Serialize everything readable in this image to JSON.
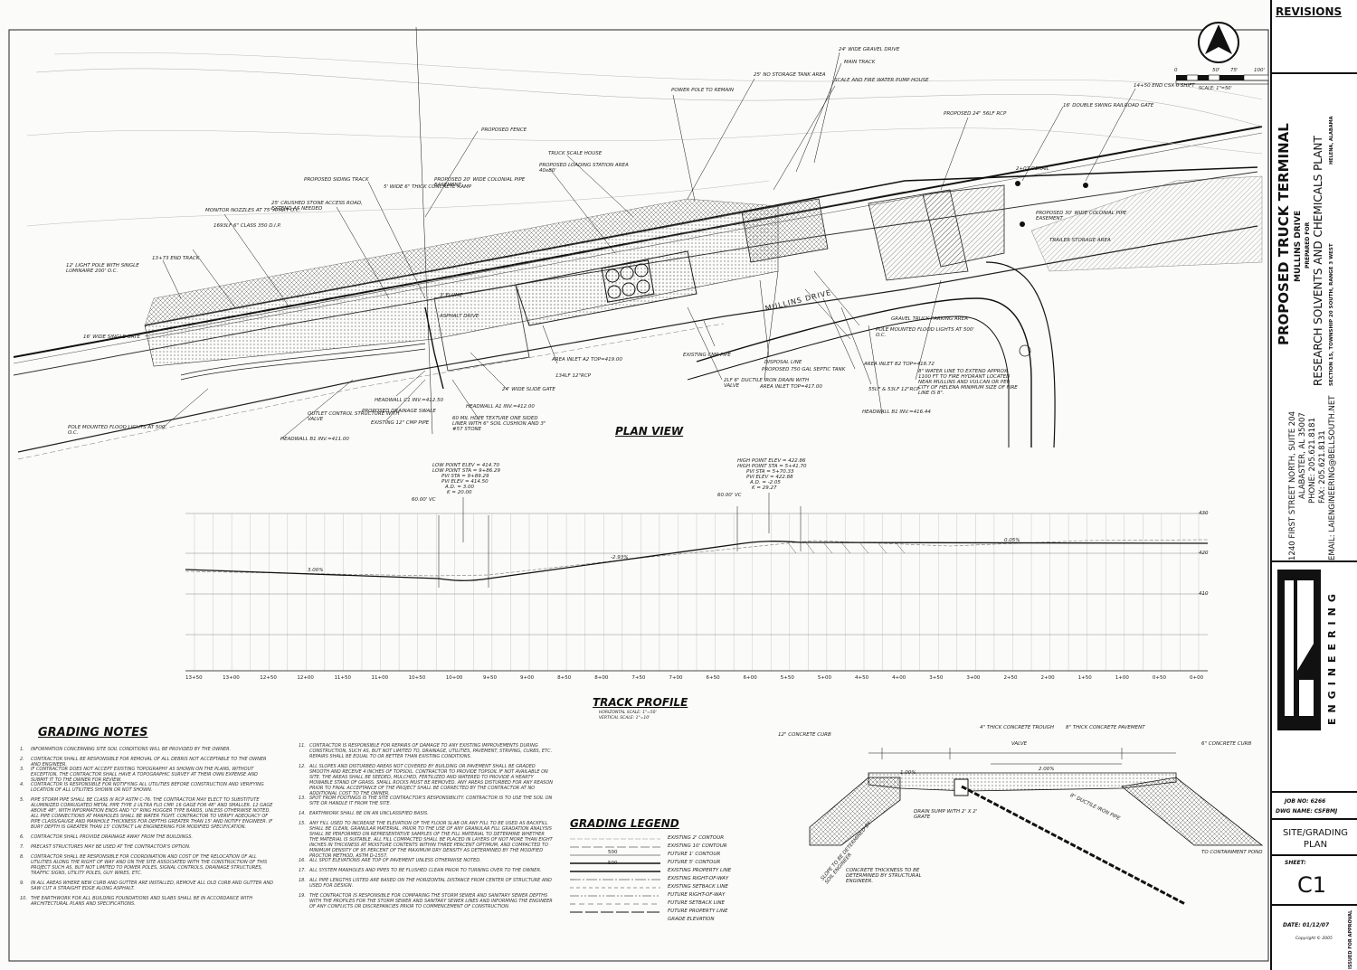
{
  "title_block": {
    "revisions": "REVISIONS",
    "project_title": "PROPOSED TRUCK TERMINAL",
    "road": "MULLINS DRIVE",
    "prepared_for": "PREPARED FOR",
    "client": "RESEARCH SOLVENTS AND CHEMICALS PLANT",
    "city": "HELENA, ALABAMA",
    "section": "SECTION 15, TOWNSHIP 20 SOUTH, RANGE 3 WEST",
    "address1": "1240 FIRST STREET NORTH, SUITE 204",
    "address2": "ALABASTER, AL 35007",
    "phone": "PHONE: 205.621.8181",
    "fax": "FAX: 205.621.8131",
    "email": "EMAIL: LAIENGINEERING@BELLSOUTH.NET",
    "firm": "ENGINEERING",
    "job_no": "JOB NO: 6266",
    "dwg_name": "DWG NAME: CSFBMJ",
    "sheet_title": "SITE/GRADING PLAN",
    "sheet_label": "SHEET:",
    "sheet_no": "C1",
    "date": "DATE:  01/12/07",
    "copyright": "Copyright © 2005",
    "stamp": "ISSUED FOR APPROVAL"
  },
  "plan": {
    "title": "PLAN VIEW",
    "scale_label": "SCALE: 1\"=50'",
    "scale_ticks": [
      "0",
      "50'",
      "75'",
      "100'"
    ],
    "road_label": "MULLINS DRIVE",
    "labels": [
      "24' WIDE GRAVEL DRIVE",
      "MAIN TRACK",
      "SCALE AND FIRE WATER PUMP HOUSE",
      "25' NO STORAGE TANK AREA",
      "POWER POLE TO REMAIN",
      "PROPOSED FENCE",
      "TRUCK SCALE HOUSE",
      "PROPOSED LOADING STATION AREA 40x80'",
      "PROPOSED 20' WIDE COLONIAL PIPE EASEMENT",
      "PROPOSED SIDING TRACK",
      "5' WIDE 6\" THICK CONCRETE RAMP",
      "25' CRUSHED STONE ACCESS ROAD, EXTEND AS NEEDED",
      "MONITOR NOZZLES AT 75' APART O.C.",
      "1693LF 6\" CLASS 350 D.I.P.",
      "13+73 END TRACK",
      "12' LIGHT POLE WITH SINGLE LUMINAIRE 200' O.C.",
      "16' WIDE SINGLE GATE",
      "POLE MOUNTED FLOOD LIGHTS AT 500' O.C.",
      "OUTLET CONTROL STRUCTURE WITH VALVE",
      "HEADWALL B1 INV.=411.00",
      "HEADWALL C1 INV.=412.50",
      "PROPOSED DRAINAGE SWALE",
      "EXISTING 12\" CMP PIPE",
      "HEADWALL A1 INV.=412.00",
      "24' WIDE SLIDE GATE",
      "60 MIL HDPE TEXTURE ONE SIDED LINER WITH 6\" SOIL CUSHION AND 3\" #57 STONE",
      "AREA INLET A2 TOP=419.00",
      "134LF 12\"RCP",
      "EXISTING CMP PIPE",
      "2LF 6\" DUCTILE IRON DRAIN WITH VALVE",
      "DISPOSAL LINE",
      "PROPOSED 750 GAL SEPTIC TANK",
      "AREA INLET TOP=417.00",
      "GRAVEL TRUCK PARKING AREA",
      "POLE MOUNTED FLOOD LIGHTS AT 500' O.C.",
      "AREA INLET B2 TOP=418.72",
      "55LF & 53LF 12\"RCP",
      "HEADWALL B1 INV.=416.44",
      "8\" WATER LINE TO EXTEND APPROX. 1100 FT TO FIRE HYDRANT LOCATED NEAR MULLINS AND VULCAN OR PER CITY OF HELENA MINIMUM SIZE OF FIRE LINE IS 8\".",
      "PROPOSED 24\" 56LF RCP",
      "16' DOUBLE SWING RAILROAD GATE",
      "14+50 END CSX 0'SHIFT",
      "2+07 DERAIL",
      "PROPOSED 30' WIDE COLONIAL PIPE EASEMENT",
      "TRAILER STORAGE AREA",
      "ASPHALT DRIVE",
      "3' FLUME"
    ]
  },
  "profile": {
    "title": "TRACK PROFILE",
    "scale_h": "HORIZONTAL SCALE: 1\"=50'",
    "scale_v": "VERTICAL SCALE: 1\"=10'",
    "vc1_info": [
      "LOW POINT ELEV = 414.70",
      "LOW POINT STA = 9+86.29",
      "PVI STA = 9+89.29",
      "PVI ELEV = 414.50",
      "A.D. = 3.00",
      "K = 20.00"
    ],
    "vc2_info": [
      "HIGH POINT ELEV = 422.86",
      "HIGH POINT STA = 5+41.70",
      "PVI STA = 5+70.33",
      "PVI ELEV = 422.88",
      "A.D. = -2.05",
      "K = 29.27"
    ],
    "vc1_len": "60.00' VC",
    "vc2_len": "60.00' VC",
    "grades": [
      "3.00%",
      "-2.93%",
      "0.05%"
    ],
    "elev_labels": [
      "430",
      "420",
      "410"
    ],
    "stations": [
      "13+50",
      "13+00",
      "12+50",
      "12+00",
      "11+50",
      "11+00",
      "10+50",
      "10+00",
      "9+50",
      "9+00",
      "8+50",
      "8+00",
      "7+50",
      "7+00",
      "6+50",
      "6+00",
      "5+50",
      "5+00",
      "4+50",
      "4+00",
      "3+50",
      "3+00",
      "2+50",
      "2+00",
      "1+50",
      "1+00",
      "0+50",
      "0+00"
    ]
  },
  "notes": {
    "title": "GRADING NOTES",
    "left": [
      "INFORMATION CONCERNING SITE SOIL CONDITIONS WILL BE PROVIDED BY THE OWNER.",
      "CONTRACTOR SHALL BE RESPONSIBLE FOR REMOVAL OF ALL DEBRIS NOT ACCEPTABLE TO THE OWNER AND ENGINEER.",
      "IF CONTRACTOR DOES NOT ACCEPT EXISTING TOPOGRAPHY AS SHOWN ON THE PLANS, WITHOUT EXCEPTION, THE CONTRACTOR SHALL HAVE A TOPOGRAPHIC SURVEY AT THEIR OWN EXPENSE AND SUBMIT IT TO THE OWNER FOR REVIEW.",
      "CONTRACTOR IS RESPONSIBLE FOR NOTIFYING ALL UTILITIES BEFORE CONSTRUCTION AND VERIFYING LOCATION OF ALL UTILITIES SHOWN OR NOT SHOWN.",
      "PIPE STORM PIPE SHALL BE CLASS III RCP ASTM C-76. THE CONTRACTOR MAY ELECT TO SUBSTITUTE ALUMINIZED CORRUGATED METAL PIPE TYPE 2 ULTRA FLO CMP. 16 GAGE FOR 48\" AND SMALLER. 12 GAGE ABOVE 48\", WITH INFORMATION ENDS AND \"O\" RING HUGGER TYPE BANDS, UNLESS OTHERWISE NOTED. ALL PIPE CONNECTIONS AT MANHOLES SHALL BE WATER TIGHT. CONTRACTOR TO VERIFY ADEQUACY OF PIPE CLASS/GAUGE AND MANHOLE THICKNESS FOR DEPTHS GREATER THAN 15' AND NOTIFY ENGINEER. IF BURY DEPTH IS GREATER THAN 15' CONTACT LAI ENGINEERING FOR MODIFIED SPECIFICATION.",
      "CONTRACTOR SHALL PROVIDE DRAINAGE AWAY FROM THE BUILDINGS.",
      "PRECAST STRUCTURES MAY BE USED AT THE CONTRACTOR'S OPTION.",
      "CONTRACTOR SHALL BE RESPONSIBLE FOR COORDINATION AND COST OF THE RELOCATION OF ALL UTILITIES ALONG THE RIGHT OF WAY AND ON THE SITE ASSOCIATED WITH THE CONSTRUCTION OF THIS PROJECT SUCH AS, BUT NOT LIMITED TO POWER POLES, SIGNAL CONTROLS, DRAINAGE STRUCTURES, TRAFFIC SIGNS, UTILITY POLES, GUY WIRES, ETC.",
      "IN ALL AREAS WHERE NEW CURB AND GUTTER ARE INSTALLED, REMOVE ALL OLD CURB AND GUTTER AND SAW CUT A STRAIGHT EDGE ALONG ASPHALT.",
      "THE EARTHWORK FOR ALL BUILDING FOUNDATIONS AND SLABS SHALL BE IN ACCORDANCE WITH ARCHITECTURAL PLANS AND SPECIFICATIONS."
    ],
    "right": [
      "CONTRACTOR IS RESPONSIBLE FOR REPAIRS OF DAMAGE TO ANY EXISTING IMPROVEMENTS DURING CONSTRUCTION, SUCH AS, BUT NOT LIMITED TO, DRAINAGE, UTILITIES, PAVEMENT, STRIPING, CURBS, ETC. REPAIRS SHALL BE EQUAL TO OR BETTER THAN EXISTING CONDITIONS.",
      "ALL SLOPES AND DISTURBED AREAS NOT COVERED BY BUILDING OR PAVEMENT SHALL BE GRADED SMOOTH AND RECEIVE 4 INCHES OF TOPSOIL. CONTRACTOR TO PROVIDE TOPSOIL IF NOT AVAILABLE ON SITE. THE AREAS SHALL BE SEEDED, MULCHED, FERTILIZED AND WATERED TO PROVIDE A HEARTY MOWABLE STAND OF GRASS. SMALL ROCKS MUST BE REMOVED. ANY AREAS DISTURBED FOR ANY REASON PRIOR TO FINAL ACCEPTANCE OF THE PROJECT SHALL BE CORRECTED BY THE CONTRACTOR AT NO ADDITIONAL COST TO THE OWNER.",
      "SPOT FROM FOOTINGS IS THE SITE CONTRACTOR'S RESPONSIBILITY. CONTRACTOR IS TO USE THE SOIL ON SITE OR HANDLE IT FROM THE SITE.",
      "EARTHWORK SHALL BE ON AN UNCLASSIFIED BASIS.",
      "ANY FILL USED TO INCREASE THE ELEVATION OF THE FLOOR SLAB OR ANY FILL TO BE USED AS BACKFILL SHALL BE CLEAN, GRANULAR MATERIAL. PRIOR TO THE USE OF ANY GRANULAR FILL GRADATION ANALYSIS SHALL BE PERFORMED ON REPRESENTATIVE SAMPLES OF THE FILL MATERIAL TO DETERMINE WHETHER THE MATERIAL IS SUITABLE. ALL FILL COMPACTED SHALL BE PLACED IN LAYERS OF NOT MORE THAN EIGHT INCHES IN THICKNESS AT MOISTURE CONTENTS WITHIN THREE PERCENT OPTIMUM, AND COMPACTED TO MINIMUM DENSITY OF 95 PERCENT OF THE MAXIMUM DRY DENSITY AS DETERMINED BY THE MODIFIED PROCTOR METHOD, ASTM D-1557.",
      "ALL SPOT ELEVATIONS ARE TOP OF PAVEMENT UNLESS OTHERWISE NOTED.",
      "ALL SYSTEM MANHOLES AND PIPES TO BE FLUSHED CLEAN PRIOR TO TURNING OVER TO THE OWNER.",
      "ALL PIPE LENGTHS LISTED ARE BASED ON THE HORIZONTAL DISTANCE FROM CENTER OF STRUCTURE AND USED FOR DESIGN.",
      "THE CONTRACTOR IS RESPONSIBLE FOR COMPARING THE STORM SEWER AND SANITARY SEWER DEPTHS WITH THE PROFILES FOR THE STORM SEWER AND SANITARY SEWER LINES AND INFORMING THE ENGINEER OF ANY CONFLICTS OR DISCREPANCIES PRIOR TO COMMENCEMENT OF CONSTRUCTION."
    ]
  },
  "legend": {
    "title": "GRADING LEGEND",
    "sample_500": "500",
    "items": [
      "EXISTING 2' CONTOUR",
      "EXISTING 10' CONTOUR",
      "FUTURE 1' CONTOUR",
      "FUTURE 5' CONTOUR",
      "EXISTING PROPERTY LINE",
      "EXISTING RIGHT-OF-WAY",
      "EXISTING SETBACK LINE",
      "FUTURE RIGHT-OF-WAY",
      "FUTURE SETBACK LINE",
      "FUTURE PROPERTY LINE",
      "GRADE ELEVATION"
    ]
  },
  "section": {
    "labels": [
      "12\" CONCRETE CURB",
      "4\" THICK CONCRETE TROUGH",
      "VALVE",
      "8\" THICK CONCRETE PAVEMENT",
      "6\" CONCRETE CURB",
      "2.00%",
      "1.00%",
      "8\" DUCTILE IRON PIPE",
      "DRAIN SUMP WITH 2' X 2' GRATE",
      "CONCRETE THICKNESS TO BE DETERMINED BY STRUCTURAL ENGINEER.",
      "SLOPE TO BE DETERMINED BY SOIL ENGINEER",
      "TO CONTAINMENT POND"
    ]
  }
}
